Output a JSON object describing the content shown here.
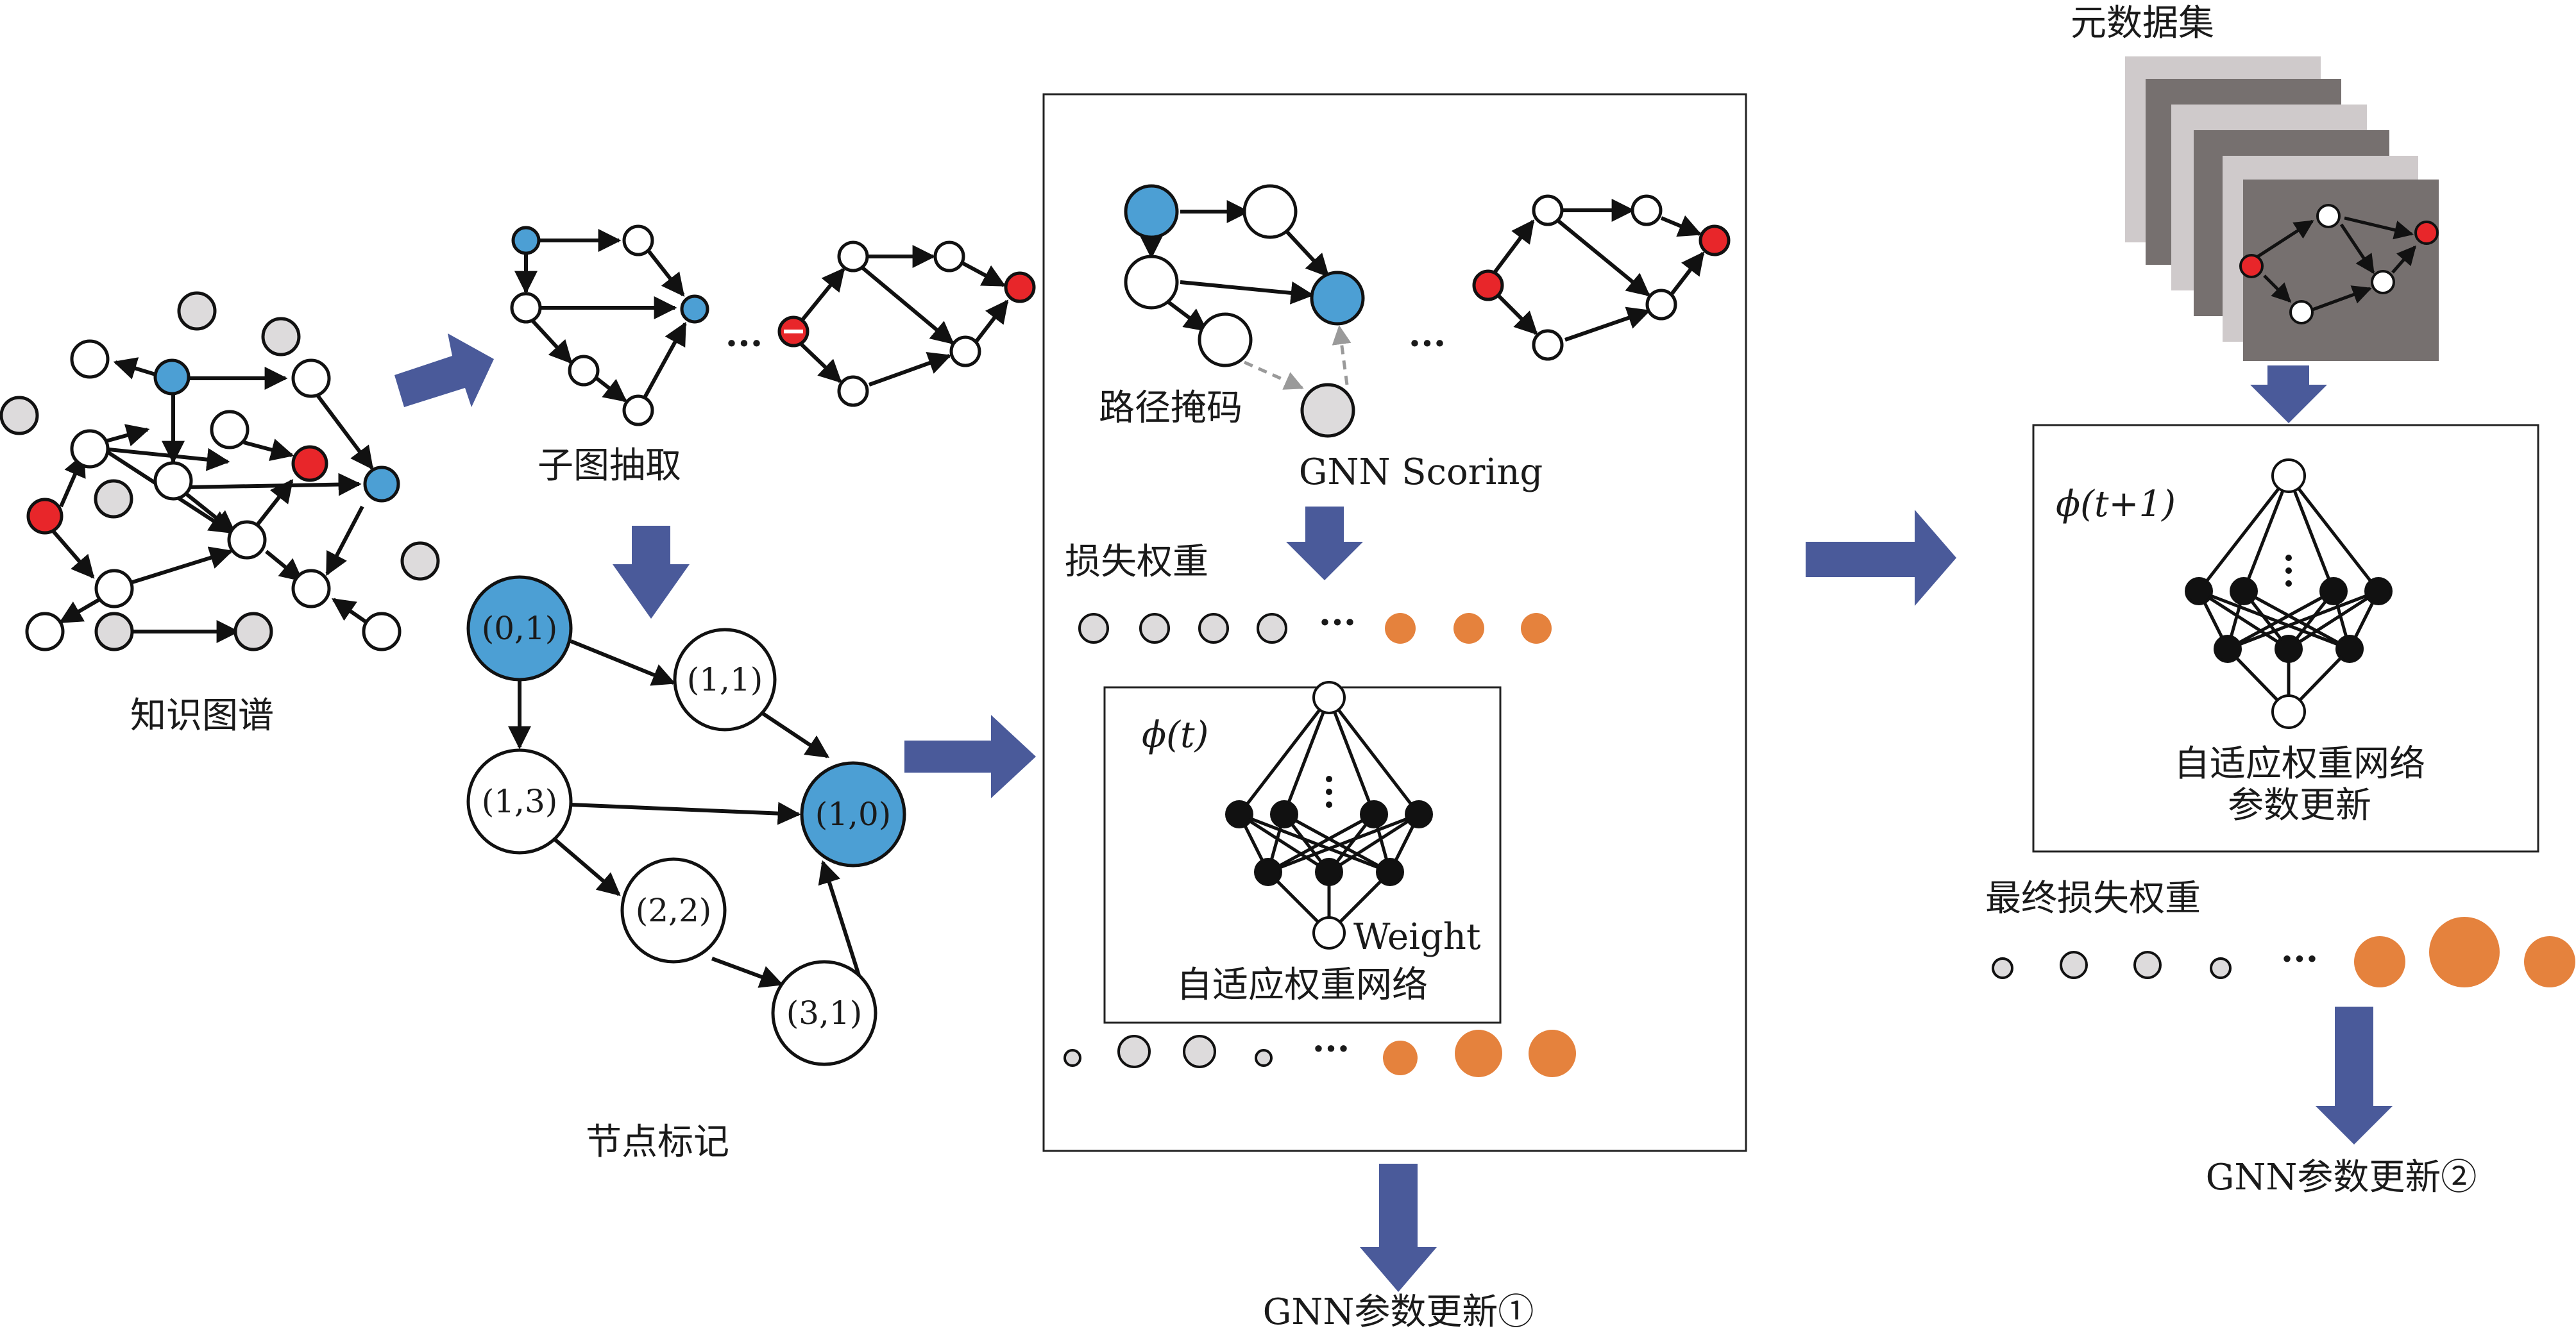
{
  "labels": {
    "knowledge_graph": "知识图谱",
    "subgraph_extraction": "子图抽取",
    "node_labeling": "节点标记",
    "path_mask": "路径掩码",
    "gnn_scoring": "GNN Scoring",
    "loss_weight": "损失权重",
    "phi_t": "ϕ(t)",
    "weight": "Weight",
    "adaptive_net": "自适应权重网络",
    "gnn_update_1": "GNN参数更新①",
    "meta_dataset": "元数据集",
    "phi_t1": "ϕ(t+1)",
    "adaptive_net_update_1": "自适应权重网络",
    "adaptive_net_update_2": "参数更新",
    "final_loss_weight": "最终损失权重",
    "gnn_update_2": "GNN参数更新②",
    "ellipsis": "···"
  },
  "node_labels": {
    "n01": "(0,1)",
    "n11": "(1,1)",
    "n13": "(1,3)",
    "n10": "(1,0)",
    "n22": "(2,2)",
    "n31": "(3,1)"
  },
  "colors": {
    "blue_node": "#4c9fd4",
    "red_node": "#e8262a",
    "gray_node": "#dddbdc",
    "orange_node": "#e5823d",
    "arrow_fill": "#4a5a9a",
    "meta_card_dark": "#76706f",
    "meta_card_light": "#cfcacb"
  }
}
